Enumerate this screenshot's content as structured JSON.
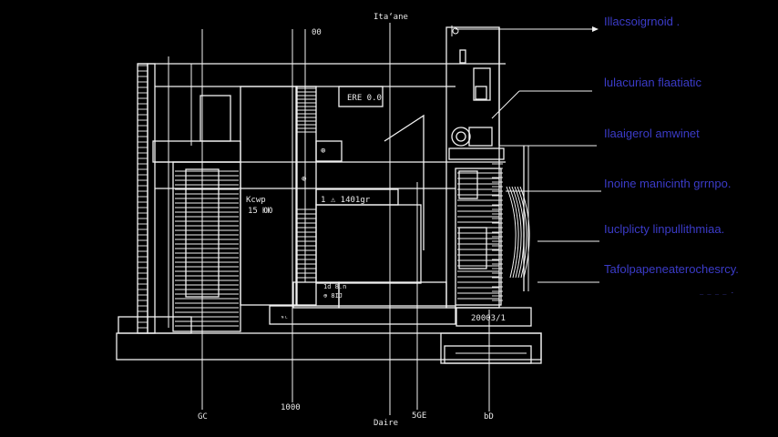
{
  "colors": {
    "background": "#000000",
    "lines": "#f2f2f2",
    "callout_text": "#3b3bc8"
  },
  "top": {
    "label_center": "Ita‘ane",
    "label_left": "00"
  },
  "labels": {
    "room_a": "ERE 0.0",
    "room_b_line1": "Kcwp",
    "room_b_line2": "15 ЮЮ",
    "room_c": "1 ⚠ 1401gr",
    "small_a": "⊕",
    "small_b": "⊕",
    "lower_tag_1": "1d 8.n",
    "lower_tag_2": "⊕ 8IJ",
    "base_right": "20003/1",
    "base_left": "ᴺᴸ"
  },
  "bottom": {
    "axis_1": "GC",
    "axis_2": "1000",
    "axis_3": "Daire",
    "axis_4": "5GE",
    "axis_5": "bD"
  },
  "callouts": [
    "Illacsoigrnoid .",
    "lulacurian flaatiatic",
    "Ilaaigerol amwinet",
    "Inoine manicinth grrnpo.",
    "Iuclplicty linpullithmiaa.",
    "Tafolpapeneaterochesrcy."
  ],
  "callout_tail": "_ _ _ _ ."
}
